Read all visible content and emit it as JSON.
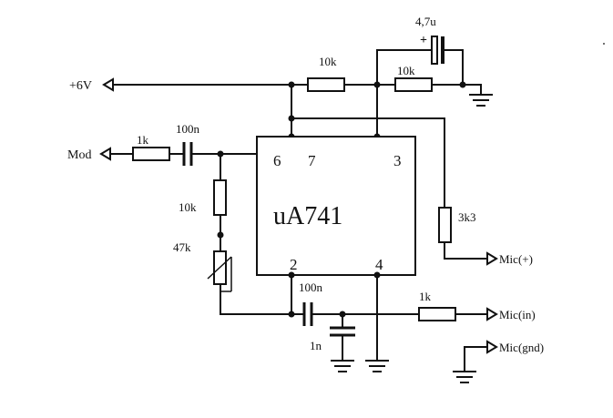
{
  "ic": {
    "name": "uA741",
    "pins": {
      "p6": "6",
      "p7": "7",
      "p3": "3",
      "p2": "2",
      "p4": "4"
    }
  },
  "terminals": {
    "vplus": "+6V",
    "mod": "Mod",
    "mic_plus": "Mic(+)",
    "mic_in": "Mic(in)",
    "mic_gnd": "Mic(gnd)"
  },
  "components": {
    "c_top": "4,7u",
    "c_top_polarity": "+",
    "r_top_left": "10k",
    "r_top_right": "10k",
    "r_mod": "1k",
    "c_mod": "100n",
    "r_fb": "10k",
    "pot": "47k",
    "r_mic_plus": "3k3",
    "c_in": "100n",
    "r_mic_in": "1k",
    "c_gnd": "1n"
  },
  "colors": {
    "ink": "#111111",
    "paper": "#ffffff"
  }
}
